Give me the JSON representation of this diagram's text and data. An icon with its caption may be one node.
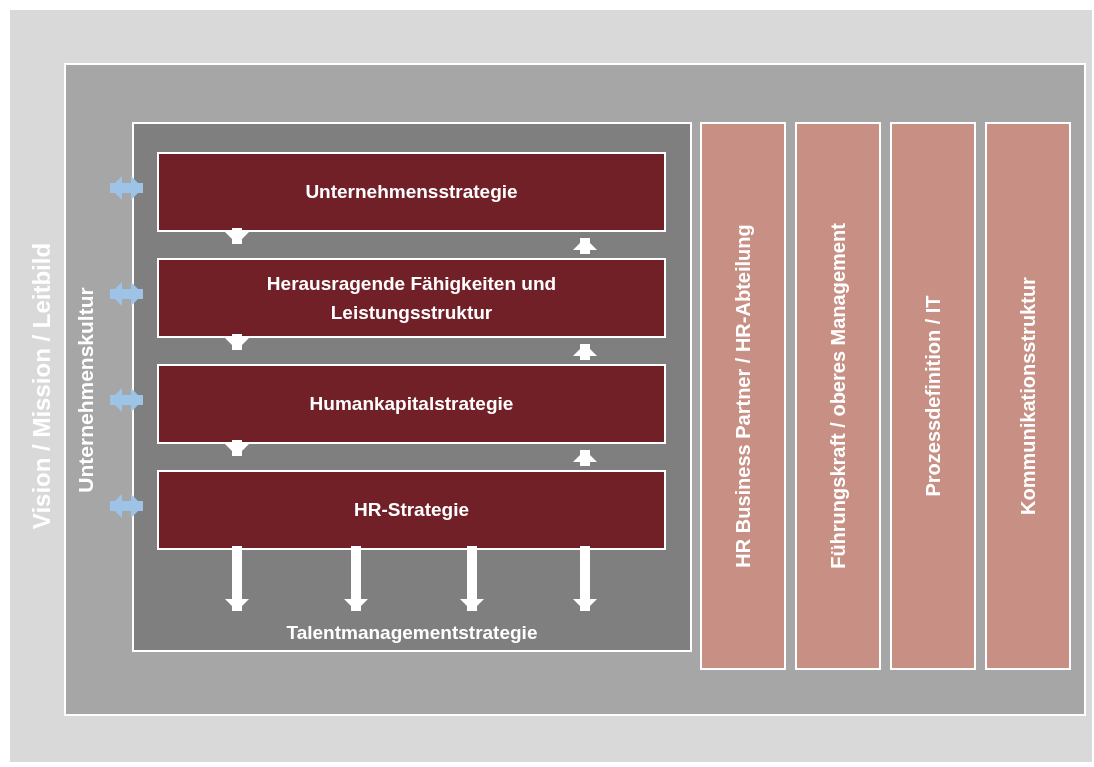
{
  "diagram": {
    "nodes": [
      {
        "text": [
          "Vision / Mission / Leitbild"
        ]
      },
      {
        "text": [
          "Unternehmenskultur"
        ],
        "in": 0
      },
      {
        "text": [
          "Talentmanagementstrategie"
        ],
        "in": 1
      },
      {
        "text": [
          "Unternehmensstrategie"
        ],
        "in": 2
      },
      {
        "text": [
          "Herausragende Fähigkeiten und Leistungsstruktur"
        ],
        "in": 2
      },
      {
        "text": [
          "Humankapitalstrategie"
        ],
        "in": 2
      },
      {
        "text": [
          "HR-Strategie"
        ],
        "in": 2
      },
      {
        "text": [
          "HR Business Partner / HR-Abteilung"
        ],
        "in": 1
      },
      {
        "text": [
          "Führungskraft / oberes Management"
        ],
        "in": 1
      },
      {
        "text": [
          "Prozessdefinition / IT"
        ],
        "in": 1
      },
      {
        "text": [
          "Kommunikationsstruktur"
        ],
        "in": 1
      }
    ],
    "edges": [
      {
        "from": 1,
        "to": 3,
        "arrow": "both",
        "color": "#9dc3e6"
      },
      {
        "from": 1,
        "to": 4,
        "arrow": "both",
        "color": "#9dc3e6"
      },
      {
        "from": 1,
        "to": 5,
        "arrow": "both",
        "color": "#9dc3e6"
      },
      {
        "from": 1,
        "to": 6,
        "arrow": "both",
        "color": "#9dc3e6"
      },
      {
        "from": 3,
        "to": 4,
        "arrow": "to"
      },
      {
        "from": 4,
        "to": 3,
        "arrow": "to"
      },
      {
        "from": 4,
        "to": 5,
        "arrow": "to"
      },
      {
        "from": 5,
        "to": 4,
        "arrow": "to"
      },
      {
        "from": 5,
        "to": 6,
        "arrow": "to"
      },
      {
        "from": 6,
        "to": 5,
        "arrow": "to"
      },
      {
        "from": 6,
        "to": 2,
        "arrow": "to"
      },
      {
        "from": 6,
        "to": 2,
        "arrow": "to"
      },
      {
        "from": 6,
        "to": 2,
        "arrow": "to"
      },
      {
        "from": 6,
        "to": 2,
        "arrow": "to"
      }
    ]
  }
}
